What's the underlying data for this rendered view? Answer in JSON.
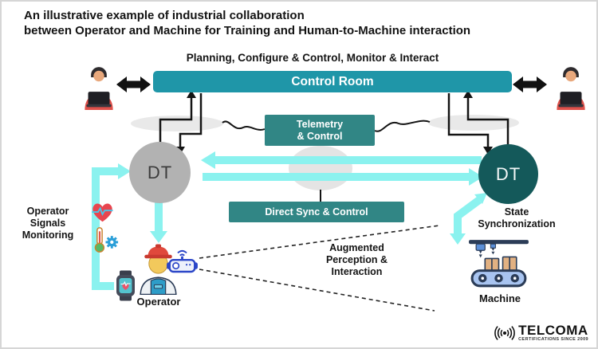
{
  "title": {
    "line1": "An illustrative example of industrial collaboration",
    "line2": "between Operator and Machine for Training and Human-to-Machine interaction"
  },
  "top_caption": "Planning, Configure & Control, Monitor & Interact",
  "control_room": {
    "label": "Control Room"
  },
  "links": {
    "telemetry": "Telemetry\n& Control",
    "direct_sync": "Direct Sync & Control"
  },
  "digital_twins": {
    "left": "DT",
    "right": "DT"
  },
  "annotations": {
    "operator_signals": "Operator\nSignals\nMonitoring",
    "augmented": "Augmented\nPerception &\nInteraction",
    "state_sync": "State\nSynchronization"
  },
  "actors": {
    "operator": "Operator",
    "machine": "Machine"
  },
  "logo": {
    "name": "TELCOMA",
    "tagline": "CERTIFICATIONS SINCE 2009"
  },
  "icons": {
    "user-laptop-icon": "person with laptop",
    "double-arrow-icon": "black two-way arrow",
    "heart-pulse-icon": "red heart with ECG line",
    "thermometer-gear-icon": "thermometer with blue gear",
    "smartwatch-icon": "smartwatch with heart-rate screen",
    "operator-worker-icon": "worker with red hard hat and blue overalls",
    "vr-goggles-icon": "wireless VR goggles",
    "machine-conveyor-icon": "conveyor belt with boxes and robot arm",
    "signal-icon": "radio signal waves"
  },
  "colors": {
    "control_room_bar": "#1f96a8",
    "link_box_teal": "#318685",
    "dt_left_gray": "#b2b2b2",
    "dt_right_teal": "#14595a",
    "arrow_cyan": "#8bf2ef",
    "line_black": "#141414"
  }
}
